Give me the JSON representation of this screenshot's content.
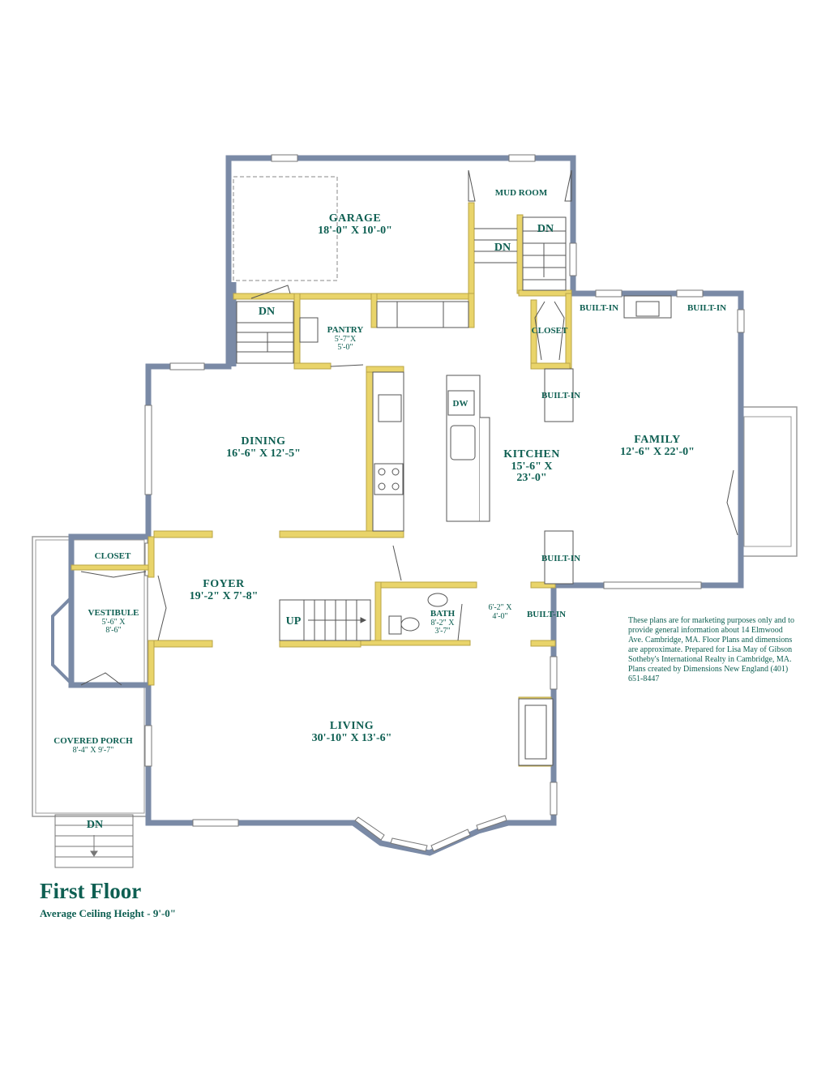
{
  "floor": {
    "title": "First Floor",
    "subtitle": "Average Ceiling Height - 9'-0\""
  },
  "rooms": {
    "garage": {
      "name": "GARAGE",
      "dims": "18'-0\" X 10'-0\""
    },
    "mud_room": {
      "name": "MUD ROOM"
    },
    "pantry": {
      "name": "PANTRY",
      "dims1": "5'-7\"X",
      "dims2": "5'-0\""
    },
    "dining": {
      "name": "DINING",
      "dims": "16'-6\" X 12'-5\""
    },
    "kitchen": {
      "name": "KITCHEN",
      "dims1": "15'-6\" X",
      "dims2": "23'-0\""
    },
    "family": {
      "name": "FAMILY",
      "dims": "12'-6\" X 22'-0\""
    },
    "foyer": {
      "name": "FOYER",
      "dims": "19'-2\" X 7'-8\""
    },
    "vestibule": {
      "name": "VESTIBULE",
      "dims1": "5'-6\" X",
      "dims2": "8'-6\""
    },
    "bath": {
      "name": "BATH",
      "dims1": "8'-2\" X",
      "dims2": "3'-7\""
    },
    "living": {
      "name": "LIVING",
      "dims": "30'-10\" X 13'-6\""
    },
    "covered_porch": {
      "name": "COVERED PORCH",
      "dims": "8'-4\" X 9'-7\""
    },
    "closet_upper": {
      "name": "CLOSET"
    },
    "closet_foyer": {
      "name": "CLOSET"
    }
  },
  "tags": {
    "built_in": "BUILT-IN",
    "dn": "DN",
    "up": "UP",
    "dw": "DW",
    "hall_dims1": "6'-2\" X",
    "hall_dims2": "4'-0\""
  },
  "disclaimer": "These plans are for marketing purposes only and to provide general information about 14 Elmwood Ave. Cambridge, MA. Floor Plans and dimensions are approximate. Prepared for Lisa May of Gibson Sotheby's International Realty in Cambridge, MA. Plans created by Dimensions New England (401) 651-8447",
  "colors": {
    "exterior_wall": "#7a8aa6",
    "interior_wall": "#e9d46a",
    "label_text": "#0e5f52",
    "fixture_line": "#555555"
  }
}
